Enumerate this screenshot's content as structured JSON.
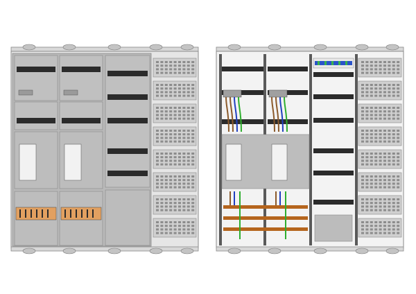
{
  "title": "",
  "panels": [
    {
      "id": "left-panel-closed",
      "view": "covered"
    },
    {
      "id": "right-panel-open",
      "view": "open"
    }
  ],
  "colors": {
    "background": "#ffffff",
    "frame": "#8a8a8a",
    "cover_gray": "#b5b5b5",
    "rail_black": "#2b2b2b",
    "copper": "#b5651d",
    "wire_brown": "#8b5a2b",
    "wire_blue": "#1f3fbf",
    "wire_green": "#2eae2e",
    "wire_gray": "#7a7a7a",
    "terminal_blue": "#2a53c9",
    "terminal_green": "#39b54a"
  },
  "icons": [
    "meter-icon",
    "terminal-block-icon",
    "busbar-icon",
    "din-rail-icon"
  ]
}
